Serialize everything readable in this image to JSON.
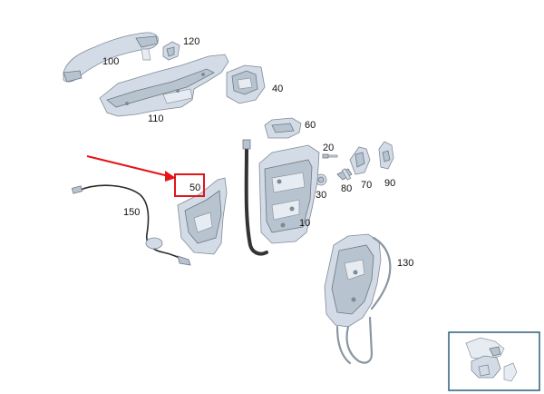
{
  "labels": {
    "p100": "100",
    "p120": "120",
    "p40": "40",
    "p110": "110",
    "p60": "60",
    "p20": "20",
    "p30": "30",
    "p80": "80",
    "p70": "70",
    "p90": "90",
    "p50": "50",
    "p150": "150",
    "p10": "10",
    "p130": "130"
  },
  "colors": {
    "highlight": "#e3151a",
    "arrow": "#e3151a",
    "part_fill": "#d3dce6",
    "thumbnail_border": "#2c5f7a"
  },
  "highlighted_part": "50"
}
